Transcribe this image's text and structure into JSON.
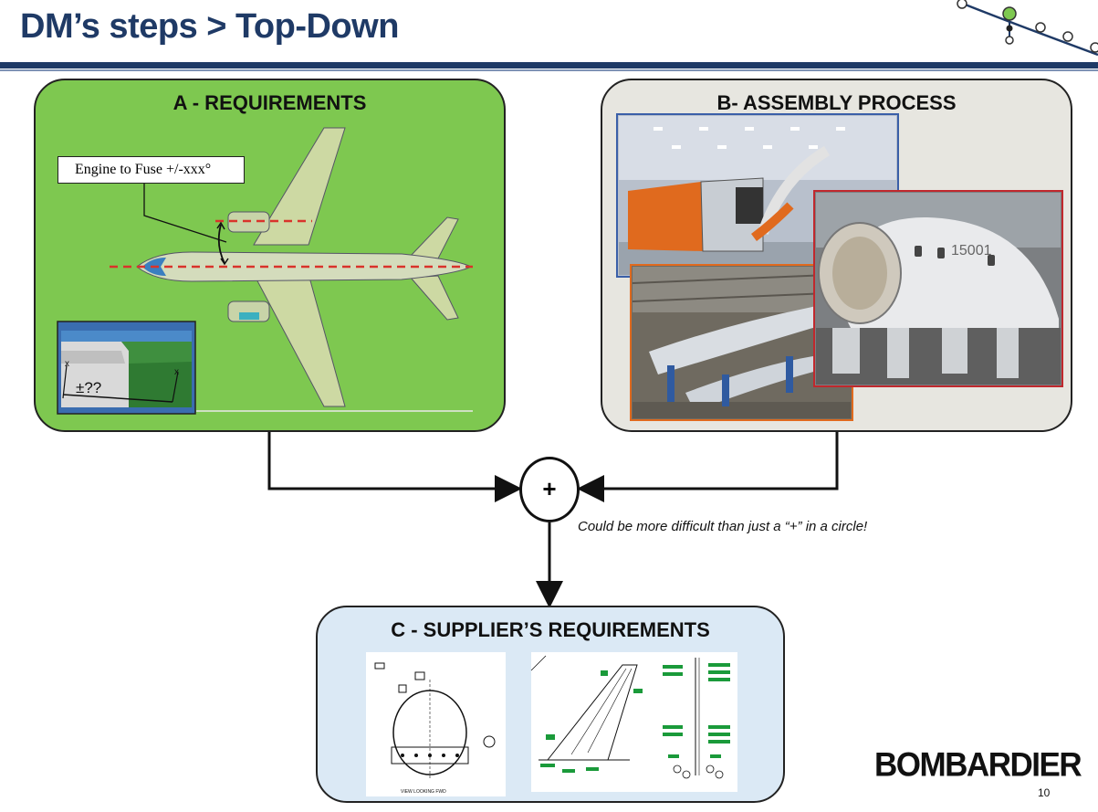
{
  "slide": {
    "title": "DM’s steps > Top-Down",
    "page_number": "10",
    "logo": "BOMBARDIER"
  },
  "panel_a": {
    "title": "A - REQUIREMENTS",
    "callout": "Engine to Fuse +/-xxx°",
    "inset_label": "±??"
  },
  "panel_b": {
    "title": "B- ASSEMBLY PROCESS",
    "photo_text": "15001"
  },
  "panel_c": {
    "title": "C - SUPPLIER’S REQUIREMENTS",
    "drawing_caption": "VIEW LOOKING FWD"
  },
  "combiner": {
    "symbol": "+",
    "note": "Could be more difficult than just a “+” in a circle!"
  },
  "colors": {
    "title_blue": "#1f3a66",
    "panel_a_green": "#7ec850",
    "panel_b_gray": "#e7e6e0",
    "panel_c_blue": "#dbe9f5",
    "dashed_red": "#d9332b"
  }
}
